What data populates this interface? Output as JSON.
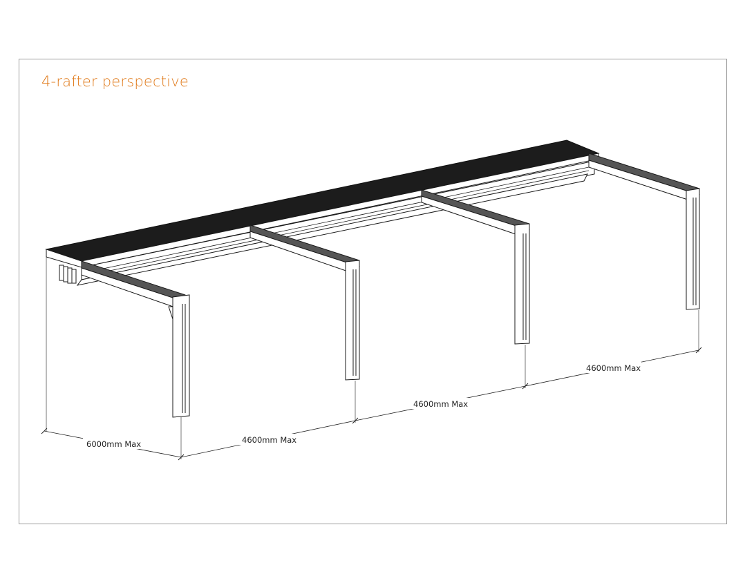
{
  "title": "4-rafter perspective",
  "colors": {
    "title": "#e07a1a",
    "roof": "#1c1c1c",
    "rafter_top": "#555555",
    "line": "#1a1a1a"
  },
  "dimensions": {
    "depth": "6000mm Max",
    "bay1": "4600mm Max",
    "bay2": "4600mm Max",
    "bay3": "4600mm Max"
  }
}
